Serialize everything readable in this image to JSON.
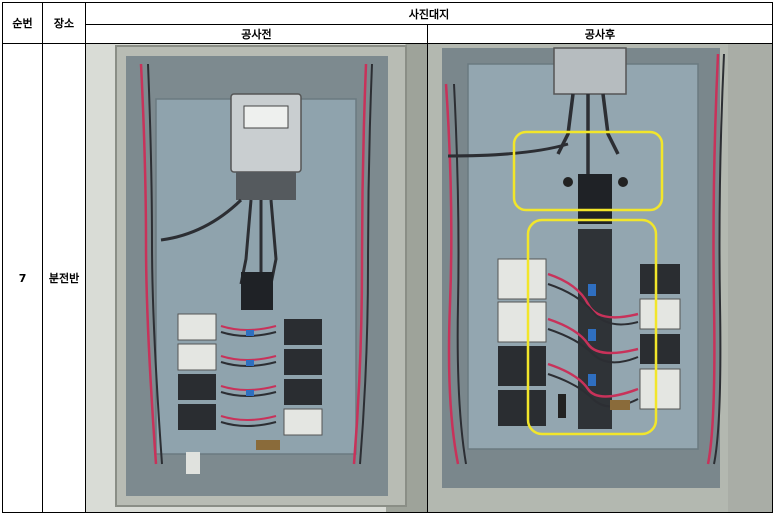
{
  "header": {
    "no_label": "순번",
    "place_label": "장소",
    "photo_label": "사진대지",
    "before_label": "공사전",
    "after_label": "공사후"
  },
  "rows": [
    {
      "no": "7",
      "place": "분전반",
      "before_photo": "panel-before",
      "after_photo": "panel-after"
    }
  ],
  "colors": {
    "highlight": "#f2e62b",
    "panel_plate": "#8fa3ad",
    "enclosure": "#b8bcb4",
    "wire_red": "#c8325a",
    "wire_dark": "#2c2e33"
  }
}
